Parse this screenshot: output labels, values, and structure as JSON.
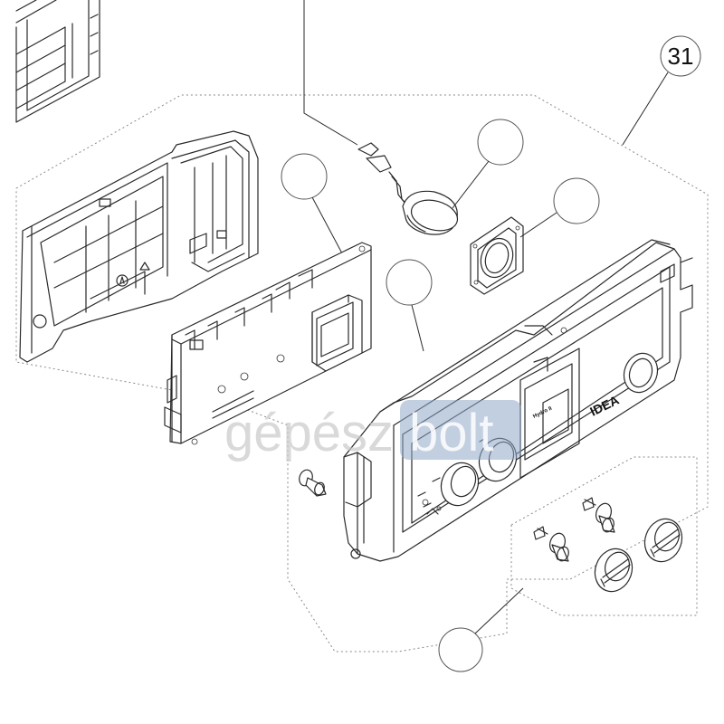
{
  "callouts": {
    "group_31": "31"
  },
  "panel": {
    "brand_label": "IDEA",
    "model_label": "Hydro II"
  },
  "watermark": {
    "part1": "gépész",
    "part2": "bolt"
  },
  "colors": {
    "line": "#2a2a2a",
    "dashed_group": "#8a8a8a",
    "watermark_gray": "#c9c9c9",
    "watermark_blue": "#8fa8c8"
  }
}
